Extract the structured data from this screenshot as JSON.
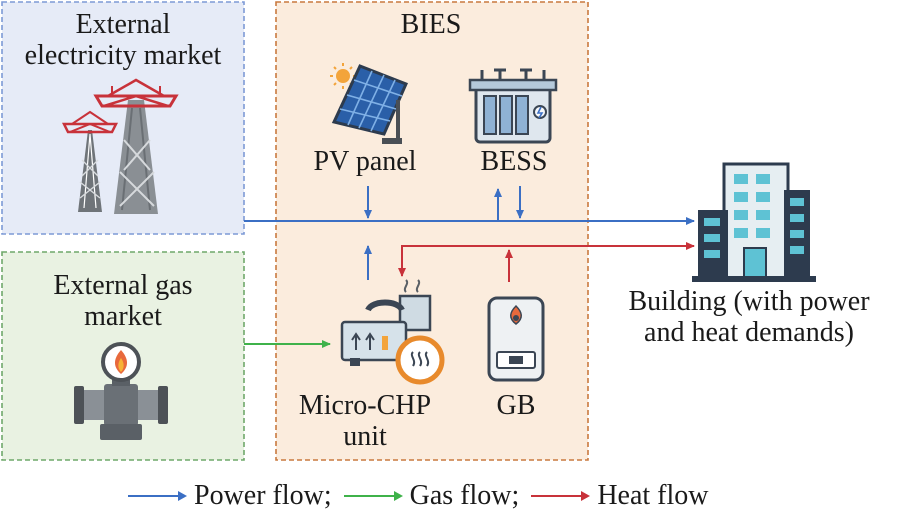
{
  "regions": {
    "electricity_market": {
      "title_line1": "External",
      "title_line2": "electricity market",
      "fill": "#e6ebf7",
      "stroke": "#7d9ad6"
    },
    "gas_market": {
      "title_line1": "External gas",
      "title_line2": "market",
      "fill": "#e9f2e2",
      "stroke": "#6fa86a"
    },
    "bies": {
      "title": "BIES",
      "fill": "#fbecdd",
      "stroke": "#c9793f"
    }
  },
  "components": {
    "pv_panel": "PV panel",
    "bess": "BESS",
    "micro_chp_line1": "Micro-CHP",
    "micro_chp_line2": "unit",
    "gb": "GB",
    "building_line1": "Building (with power",
    "building_line2": "and heat demands)"
  },
  "legend": {
    "power": "Power flow;",
    "gas": "Gas flow;",
    "heat": "Heat flow"
  },
  "colors": {
    "power": "#3b6fc4",
    "gas": "#3fb24a",
    "heat": "#c8323a"
  }
}
